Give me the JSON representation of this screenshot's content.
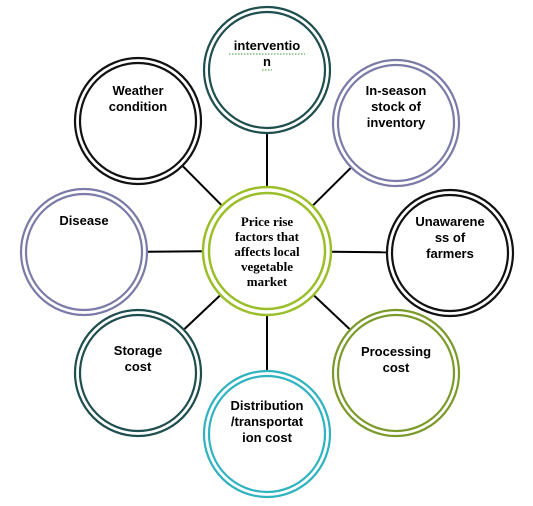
{
  "diagram": {
    "center": {
      "name": "center-node",
      "lines": [
        "Price rise",
        "factors that",
        "affects local",
        "vegetable",
        "market"
      ],
      "color": "#9bbf2a"
    },
    "nodes": [
      {
        "name": "node-intervention",
        "lines": [
          "interventio",
          "n"
        ],
        "color": "#1f4e4e"
      },
      {
        "name": "node-weather-condition",
        "lines": [
          "Weather",
          "condition"
        ],
        "color": "#111111"
      },
      {
        "name": "node-in-season-stock",
        "lines": [
          "In-season",
          "stock of",
          "inventory"
        ],
        "color": "#7b7ba8"
      },
      {
        "name": "node-disease",
        "lines": [
          "Disease"
        ],
        "color": "#7b7ba8"
      },
      {
        "name": "node-unawareness-of-farmers",
        "lines": [
          "Unawarene",
          "ss of",
          "farmers"
        ],
        "color": "#111111"
      },
      {
        "name": "node-storage-cost",
        "lines": [
          "Storage",
          "cost"
        ],
        "color": "#1f4e4e"
      },
      {
        "name": "node-processing-cost",
        "lines": [
          "Processing",
          "cost"
        ],
        "color": "#7a9a2a"
      },
      {
        "name": "node-distribution-cost",
        "lines": [
          "Distribution",
          "/transportat",
          "ion cost"
        ],
        "color": "#2fb3c0"
      }
    ],
    "connector_color": "#000000"
  }
}
